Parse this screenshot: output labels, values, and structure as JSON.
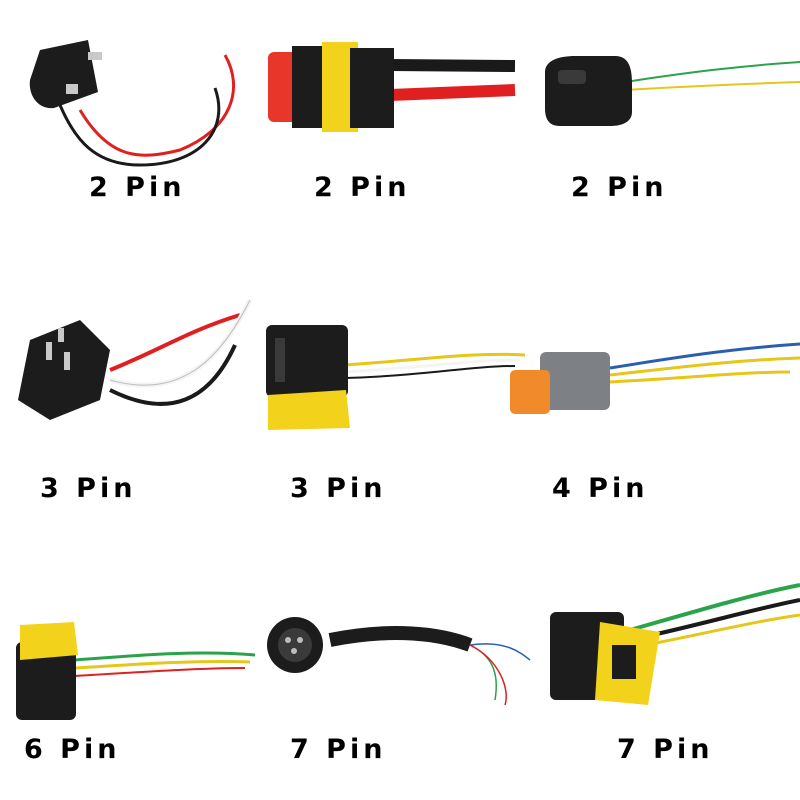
{
  "connectors": [
    {
      "label": "2 Pin",
      "icon": "two-pin-round-plug-icon"
    },
    {
      "label": "2 Pin",
      "icon": "two-pin-sealed-red-yellow-connector-icon"
    },
    {
      "label": "2 Pin",
      "icon": "two-pin-black-housing-connector-icon"
    },
    {
      "label": "3 Pin",
      "icon": "three-pin-trailer-plug-icon"
    },
    {
      "label": "3 Pin",
      "icon": "three-pin-yellow-black-connector-icon"
    },
    {
      "label": "4 Pin",
      "icon": "four-pin-deutsch-grey-connector-icon"
    },
    {
      "label": "6 Pin",
      "icon": "six-pin-yellow-black-connector-icon"
    },
    {
      "label": "7 Pin",
      "icon": "seven-pin-round-sensor-connector-icon"
    },
    {
      "label": "7 Pin",
      "icon": "seven-pin-yellow-black-large-connector-icon"
    }
  ],
  "colors": {
    "housing_black": "#1c1c1c",
    "seal_yellow": "#f2d21a",
    "latch_red": "#e8372a",
    "deutsch_grey": "#7d8186",
    "deutsch_orange": "#f08a2a",
    "wire_red": "#e02020",
    "wire_black": "#1a1a1a",
    "wire_green": "#2aa34a",
    "wire_yellow": "#e6c619",
    "wire_blue": "#2a5fb0",
    "wire_white": "#f4f4f4"
  }
}
